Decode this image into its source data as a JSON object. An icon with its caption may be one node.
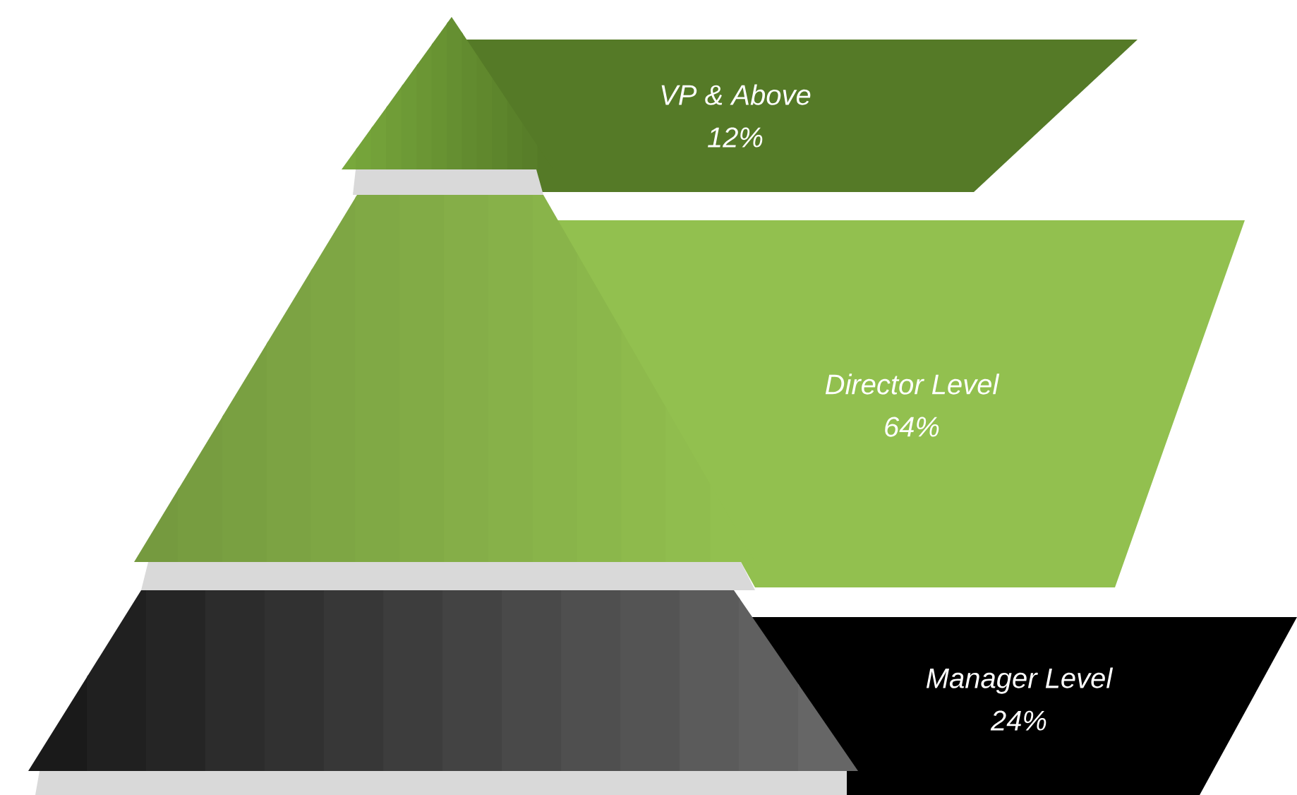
{
  "diagram": {
    "nodes": [
      {
        "text": [
          "VP & Above",
          "12%"
        ]
      },
      {
        "text": [
          "Director Level",
          "64%"
        ]
      },
      {
        "text": [
          "Manager Level",
          "24%"
        ]
      }
    ]
  }
}
